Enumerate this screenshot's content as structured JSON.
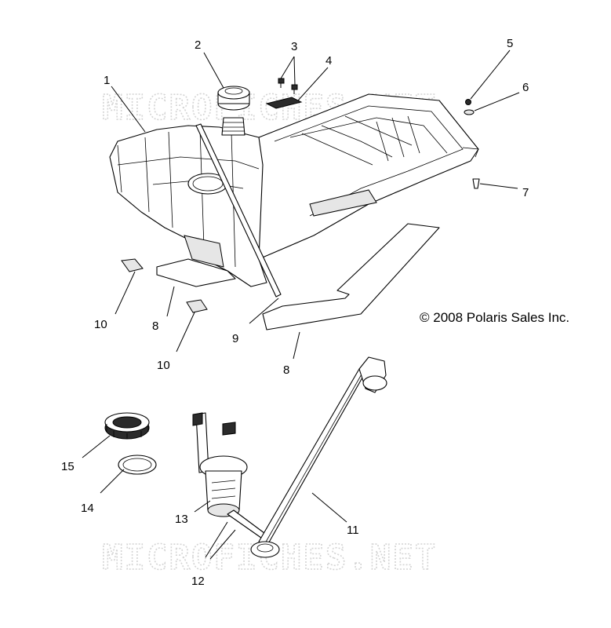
{
  "copyright": "© 2008 Polaris Sales Inc.",
  "watermark": "MICROFICHES.NET",
  "callouts": {
    "c1": "1",
    "c2": "2",
    "c3": "3",
    "c4": "4",
    "c5": "5",
    "c6": "6",
    "c7": "7",
    "c8a": "8",
    "c8b": "8",
    "c9": "9",
    "c10a": "10",
    "c10b": "10",
    "c11": "11",
    "c12": "12",
    "c13": "13",
    "c14": "14",
    "c15": "15"
  }
}
